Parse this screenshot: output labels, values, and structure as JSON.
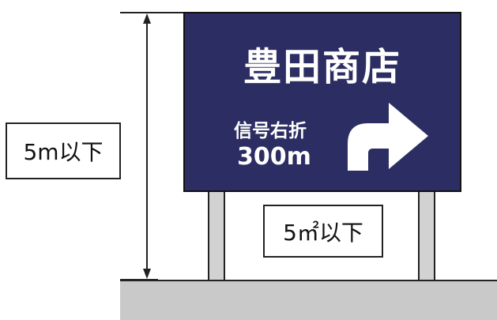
{
  "sign": {
    "shop_name": "豊田商店",
    "direction_label": "信号右折",
    "distance": "300m",
    "arrow_icon": "turn-right-arrow-icon",
    "background_color": "#2c2e63",
    "text_color": "#ffffff"
  },
  "annotations": {
    "height_limit": "5m以下",
    "area_limit": "5㎡以下"
  },
  "ground": {
    "color": "#c9c9c9"
  }
}
